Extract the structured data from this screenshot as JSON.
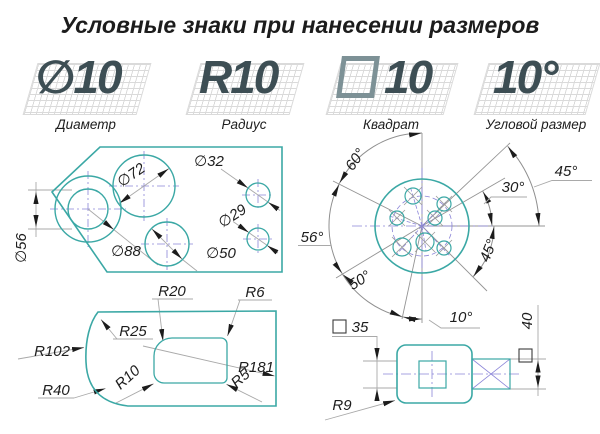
{
  "title": "Условные знаки при нанесении размеров",
  "tiles": [
    {
      "symbol": "∅10",
      "label": "Диаметр"
    },
    {
      "symbol": "R10",
      "label": "Радиус"
    },
    {
      "symbol": "10",
      "label": "Квадрат"
    },
    {
      "symbol": "10°",
      "label": "Угловой размер"
    }
  ],
  "colors": {
    "outline_teal": "#3BA8A5",
    "dimension_gray": "#A9A9A9",
    "centerline_purple": "#8B85D8",
    "symbol_slate": "#3D4E54",
    "text_black": "#1D1D1D"
  },
  "plate": {
    "labels": {
      "d56": "∅56",
      "d72": "∅72",
      "d32": "∅32",
      "d29": "∅29",
      "d88": "∅88",
      "d50": "∅50"
    }
  },
  "flange": {
    "labels": {
      "a60": "60°",
      "a45_top": "45°",
      "a30": "30°",
      "a45_side": "45°",
      "a56": "56°",
      "a50": "50°",
      "a10": "10°"
    }
  },
  "contour": {
    "labels": {
      "r20": "R20",
      "r6": "R6",
      "r25": "R25",
      "r102": "R102",
      "r181": "R181",
      "r40": "R40",
      "r10": "R10",
      "r5": "R5"
    }
  },
  "shaft": {
    "labels": {
      "s35": "35",
      "s40": "40",
      "r9": "R9"
    }
  }
}
